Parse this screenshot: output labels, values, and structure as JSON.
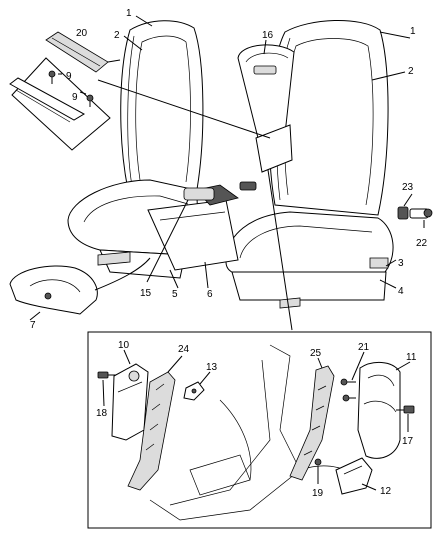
{
  "callouts": {
    "c1_left": "1",
    "c1_right": "1",
    "c2_left": "2",
    "c2_right": "2",
    "c3": "3",
    "c4": "4",
    "c5": "5",
    "c6": "6",
    "c7": "7",
    "c9_top": "9",
    "c9_bottom": "9",
    "c10": "10",
    "c11": "11",
    "c12": "12",
    "c13": "13",
    "c15": "15",
    "c16": "16",
    "c17": "17",
    "c18": "18",
    "c19": "19",
    "c20": "20",
    "c21": "21",
    "c22": "22",
    "c23": "23",
    "c24": "24",
    "c25": "25"
  }
}
